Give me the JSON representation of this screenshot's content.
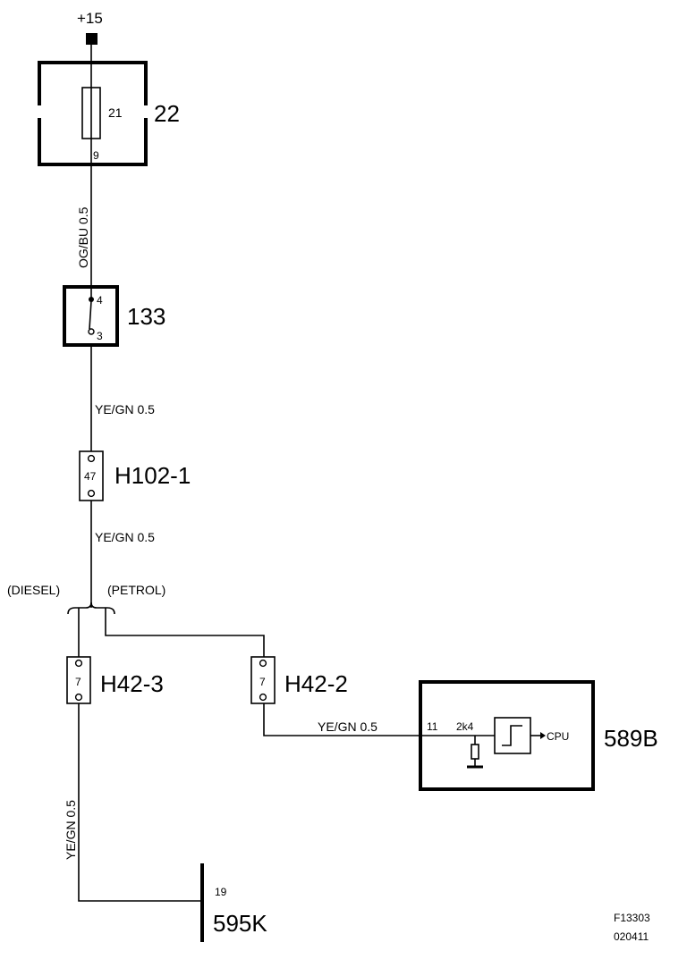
{
  "supply": {
    "label": "+15"
  },
  "fuse_box": {
    "id": "22",
    "fuse_number": "21",
    "pin": "9"
  },
  "wire_1": {
    "label": "OG/BU 0.5"
  },
  "switch": {
    "id": "133",
    "pin_top": "4",
    "pin_bottom": "3"
  },
  "wire_2": {
    "label": "YE/GN  0.5"
  },
  "connector_h102": {
    "id": "H102-1",
    "pin": "47"
  },
  "wire_3": {
    "label": "YE/GN  0.5"
  },
  "variants": {
    "diesel": "(DIESEL)",
    "petrol": "(PETROL)"
  },
  "connector_h42_3": {
    "id": "H42-3",
    "pin": "7"
  },
  "connector_h42_2": {
    "id": "H42-2",
    "pin": "7"
  },
  "wire_4": {
    "label": "YE/GN  0.5"
  },
  "module_589b": {
    "id": "589B",
    "pin": "11",
    "resistor": "2k4",
    "output": "CPU"
  },
  "wire_5": {
    "label": "YE/GN   0.5"
  },
  "ground_595k": {
    "id": "595K",
    "pin": "19"
  },
  "footer": {
    "figure_id": "F13303",
    "date_code": "020411"
  }
}
